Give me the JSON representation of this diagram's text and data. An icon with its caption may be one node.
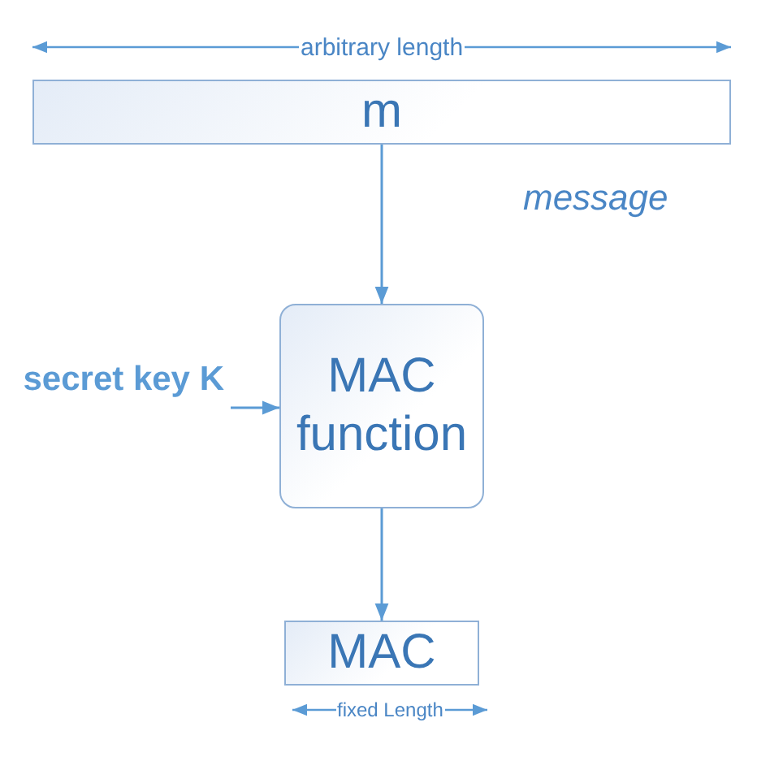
{
  "diagram": {
    "nodes": [
      {
        "text": [
          "m"
        ]
      },
      {
        "text": [
          "secret key K"
        ]
      },
      {
        "text": [
          "MAC function"
        ]
      },
      {
        "text": [
          "MAC"
        ]
      }
    ],
    "edges": [
      {
        "from": 0,
        "to": 2,
        "arrow": "to"
      },
      {
        "from": 1,
        "to": 2,
        "arrow": "to"
      },
      {
        "from": 2,
        "to": 3,
        "arrow": "to"
      }
    ],
    "labels": [
      "arbitrary length",
      "message",
      "fixed Length"
    ]
  }
}
